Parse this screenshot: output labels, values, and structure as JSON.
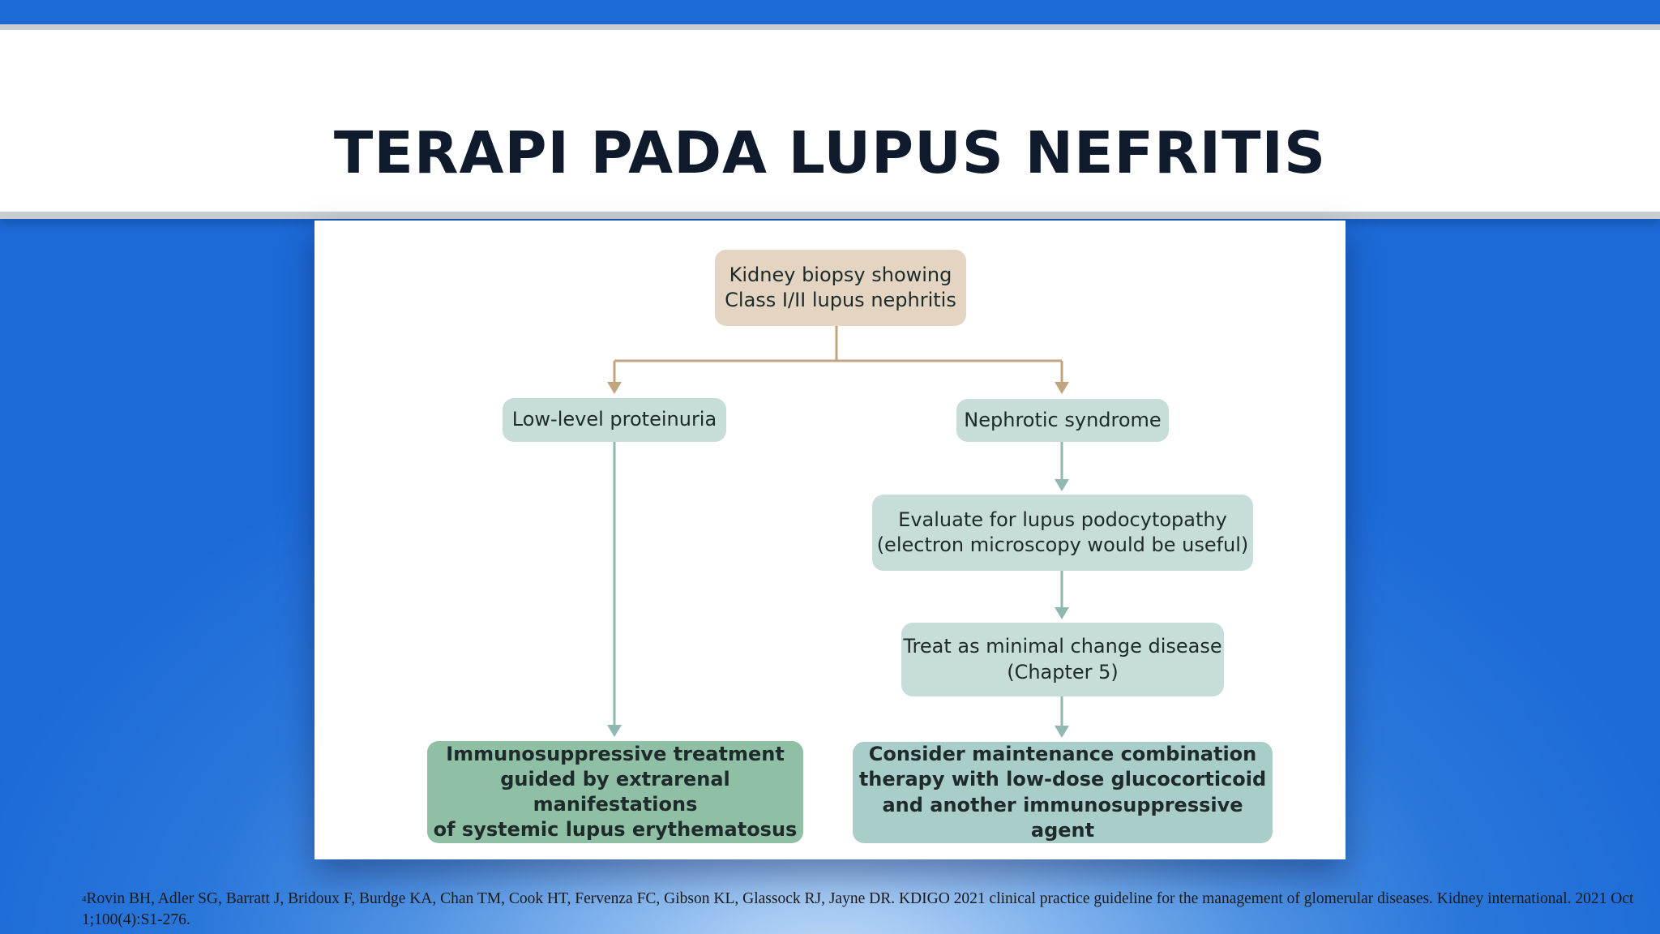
{
  "slide": {
    "title": "TERAPI PADA LUPUS NEFRITIS"
  },
  "flowchart": {
    "nodes": {
      "biopsy": "Kidney biopsy showing\nClass I/II lupus nephritis",
      "low_proteinuria": "Low-level proteinuria",
      "nephrotic": "Nephrotic syndrome",
      "evaluate": "Evaluate for lupus podocytopathy\n(electron microscopy would be useful)",
      "treat_mcd": "Treat as minimal change disease\n(Chapter 5)",
      "immunosuppressive": "Immunosuppressive treatment\nguided by extrarenal manifestations\nof systemic lupus erythematosus",
      "maintenance": "Consider maintenance combination\ntherapy with low-dose glucocorticoid\nand another immunosuppressive agent"
    },
    "colors": {
      "root_box": "#e3d5c1",
      "branch_box": "#c6ddd9",
      "outcome_left": "#8fc0a5",
      "outcome_right": "#a9cdc8",
      "root_connector": "#c2a57f",
      "branch_connector": "#8fb8b0"
    }
  },
  "footnote": {
    "marker": "4",
    "text": "Rovin BH, Adler SG, Barratt J, Bridoux F, Burdge KA, Chan TM, Cook HT, Fervenza FC, Gibson KL, Glassock RJ, Jayne DR. KDIGO 2021 clinical practice guideline for the management of glomerular diseases. Kidney international. 2021 Oct 1;100(4):S1-276."
  }
}
